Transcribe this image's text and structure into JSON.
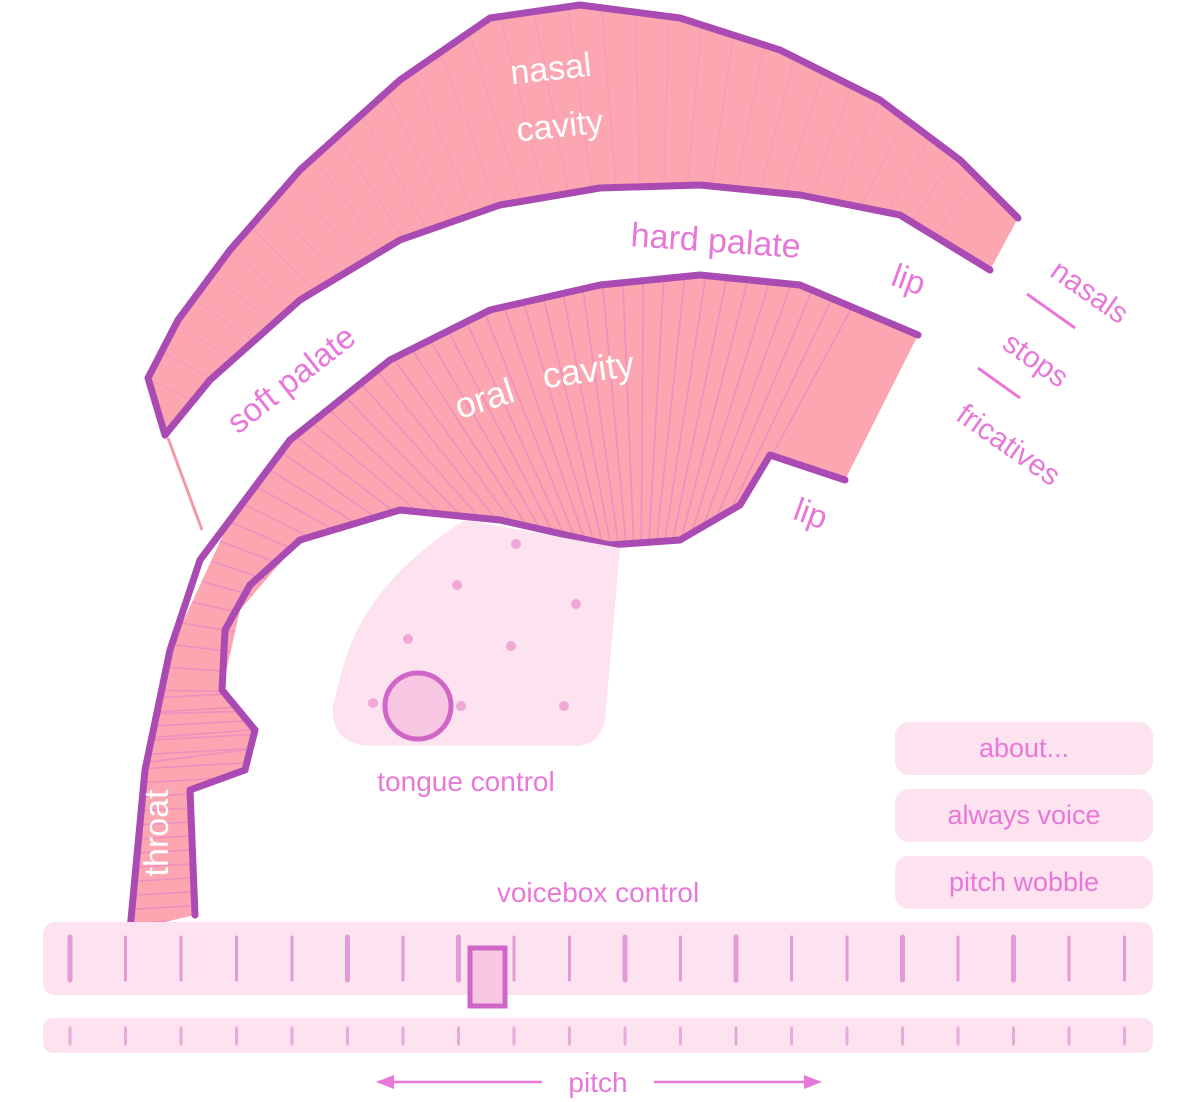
{
  "colors": {
    "tract_fill": "#fba6b1",
    "tract_outline": "#a94bb3",
    "label_pink": "#e878d8",
    "label_white": "#ffffff",
    "control_fill": "#fde3ef",
    "handle_fill": "#f7c6e3",
    "handle_stroke": "#d067c8",
    "tick": "#e39bd7"
  },
  "tract": {
    "nasal_line1": "nasal",
    "nasal_line2": "cavity",
    "hard_palate": "hard palate",
    "soft_palate": "soft palate",
    "oral_word1": "oral",
    "oral_word2": "cavity",
    "lip_upper": "lip",
    "lip_lower": "lip",
    "throat": "throat"
  },
  "legend": {
    "nasals": "nasals",
    "stops": "stops",
    "fricatives": "fricatives"
  },
  "controls": {
    "tongue_label": "tongue control",
    "voicebox_label": "voicebox control",
    "pitch_label": "pitch",
    "tongue_handle_icon": "circle-handle-icon",
    "pitch_handle_icon": "rect-handle-icon"
  },
  "buttons": {
    "about": "about...",
    "always_voice": "always voice",
    "pitch_wobble": "pitch wobble"
  }
}
